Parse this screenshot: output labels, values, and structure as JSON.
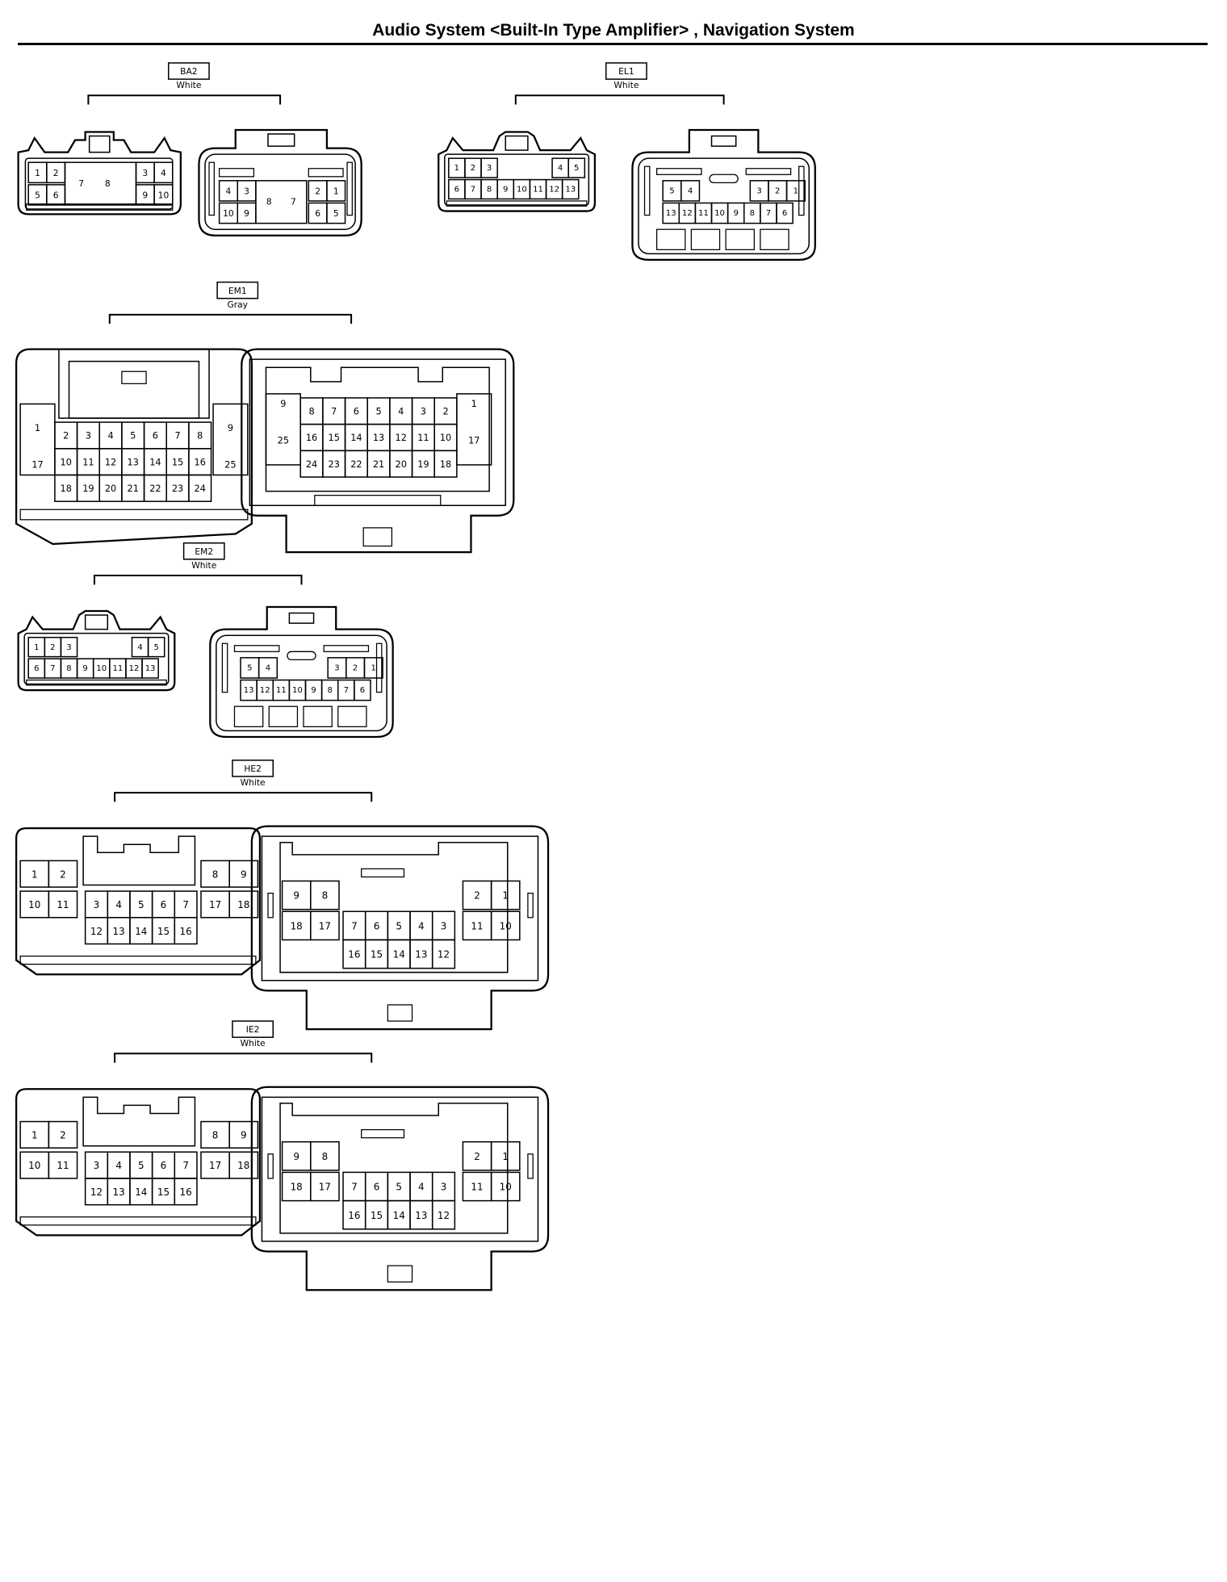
{
  "page": {
    "title": "Audio System <Built-In Type Amplifier> , Navigation System"
  },
  "connectors": [
    {
      "id": "BA2",
      "color": "White",
      "views": [
        {
          "kind": "male-small",
          "rows": [
            [
              "1",
              "2",
              "7",
              "8",
              "3",
              "4"
            ],
            [
              "5",
              "6",
              "",
              "",
              "9",
              "10"
            ]
          ]
        },
        {
          "kind": "female-small",
          "rows": [
            [
              "4",
              "3",
              "8",
              "7",
              "2",
              "1"
            ],
            [
              "10",
              "9",
              "",
              "",
              "6",
              "5"
            ]
          ]
        }
      ]
    },
    {
      "id": "EL1",
      "color": "White",
      "views": [
        {
          "kind": "male-13",
          "rows": [
            [
              "1",
              "2",
              "3",
              "4",
              "5"
            ],
            [
              "6",
              "7",
              "8",
              "9",
              "10",
              "11",
              "12",
              "13"
            ]
          ]
        },
        {
          "kind": "female-13",
          "rows": [
            [
              "5",
              "4",
              "3",
              "2",
              "1"
            ],
            [
              "13",
              "12",
              "11",
              "10",
              "9",
              "8",
              "7",
              "6"
            ]
          ]
        }
      ]
    },
    {
      "id": "EM1",
      "color": "Gray",
      "views": [
        {
          "kind": "male-25",
          "rows": [
            [
              "1",
              "9",
              "17",
              "25"
            ],
            [
              "2",
              "3",
              "4",
              "5",
              "6",
              "7",
              "8"
            ],
            [
              "10",
              "11",
              "12",
              "13",
              "14",
              "15",
              "16"
            ],
            [
              "18",
              "19",
              "20",
              "21",
              "22",
              "23",
              "24"
            ]
          ]
        },
        {
          "kind": "female-25",
          "rows": [
            [
              "9",
              "1",
              "25",
              "17"
            ],
            [
              "8",
              "7",
              "6",
              "5",
              "4",
              "3",
              "2"
            ],
            [
              "16",
              "15",
              "14",
              "13",
              "12",
              "11",
              "10"
            ],
            [
              "24",
              "23",
              "22",
              "21",
              "20",
              "19",
              "18"
            ]
          ]
        }
      ]
    },
    {
      "id": "EM2",
      "color": "White",
      "views": [
        {
          "kind": "male-13",
          "rows": [
            [
              "1",
              "2",
              "3",
              "4",
              "5"
            ],
            [
              "6",
              "7",
              "8",
              "9",
              "10",
              "11",
              "12",
              "13"
            ]
          ]
        },
        {
          "kind": "female-13",
          "rows": [
            [
              "5",
              "4",
              "3",
              "2",
              "1"
            ],
            [
              "13",
              "12",
              "11",
              "10",
              "9",
              "8",
              "7",
              "6"
            ]
          ]
        }
      ]
    },
    {
      "id": "HE2",
      "color": "White",
      "views": [
        {
          "kind": "male-18",
          "rows": [
            [
              "1",
              "2",
              "10",
              "11"
            ],
            [
              "8",
              "9",
              "17",
              "18"
            ],
            [
              "3",
              "4",
              "5",
              "6",
              "7"
            ],
            [
              "12",
              "13",
              "14",
              "15",
              "16"
            ]
          ]
        },
        {
          "kind": "female-18",
          "rows": [
            [
              "9",
              "8",
              "18",
              "17"
            ],
            [
              "2",
              "1",
              "11",
              "10"
            ],
            [
              "7",
              "6",
              "5",
              "4",
              "3"
            ],
            [
              "16",
              "15",
              "14",
              "13",
              "12"
            ]
          ]
        }
      ]
    },
    {
      "id": "IE2",
      "color": "White",
      "views": [
        {
          "kind": "male-18",
          "rows": [
            [
              "1",
              "2",
              "10",
              "11"
            ],
            [
              "8",
              "9",
              "17",
              "18"
            ],
            [
              "3",
              "4",
              "5",
              "6",
              "7"
            ],
            [
              "12",
              "13",
              "14",
              "15",
              "16"
            ]
          ]
        },
        {
          "kind": "female-18",
          "rows": [
            [
              "9",
              "8",
              "18",
              "17"
            ],
            [
              "2",
              "1",
              "11",
              "10"
            ],
            [
              "7",
              "6",
              "5",
              "4",
              "3"
            ],
            [
              "16",
              "15",
              "14",
              "13",
              "12"
            ]
          ]
        }
      ]
    }
  ]
}
